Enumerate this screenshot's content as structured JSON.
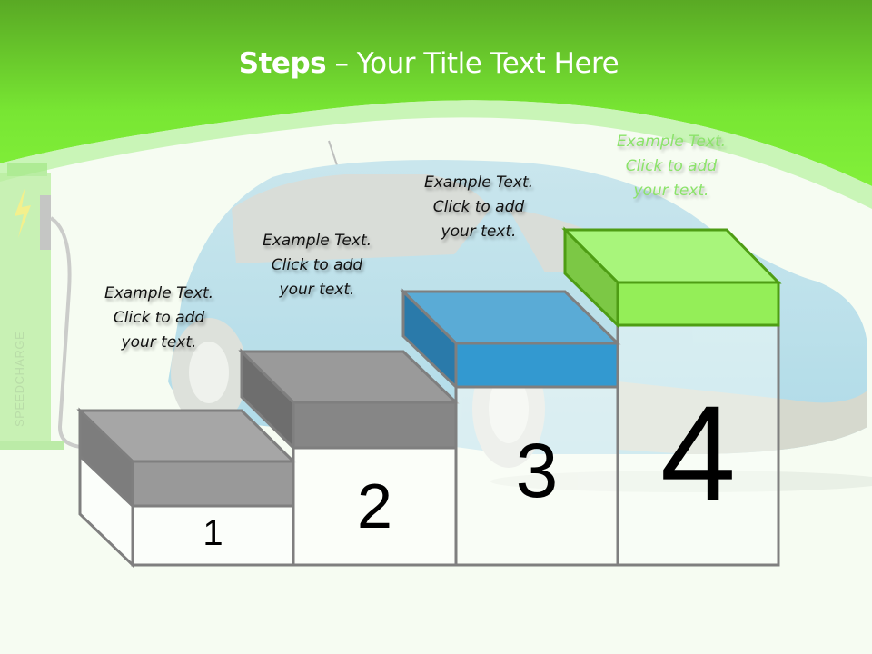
{
  "slide": {
    "title_bold": "Steps",
    "title_rest": " – Your Title Text Here",
    "background_brand_text": "SPEEDCHARGE"
  },
  "steps": [
    {
      "number": "1",
      "color": "#a6a6a6",
      "note": [
        "Example Text.",
        "Click  to add",
        "your text."
      ]
    },
    {
      "number": "2",
      "color": "#8c8c8c",
      "note": [
        "Example Text.",
        "Click  to add",
        "your text."
      ]
    },
    {
      "number": "3",
      "color": "#3a9bd0",
      "note": [
        "Example Text.",
        "Click  to add",
        "your text."
      ]
    },
    {
      "number": "4",
      "color": "#92e85c",
      "note": [
        "Example Text.",
        "Click  to add",
        "your text."
      ]
    }
  ],
  "colors": {
    "header_green_top": "#5aab24",
    "header_green_bottom": "#7ee83a",
    "outline_gray": "#7f7f7f",
    "outline_green": "#4e9d14"
  }
}
